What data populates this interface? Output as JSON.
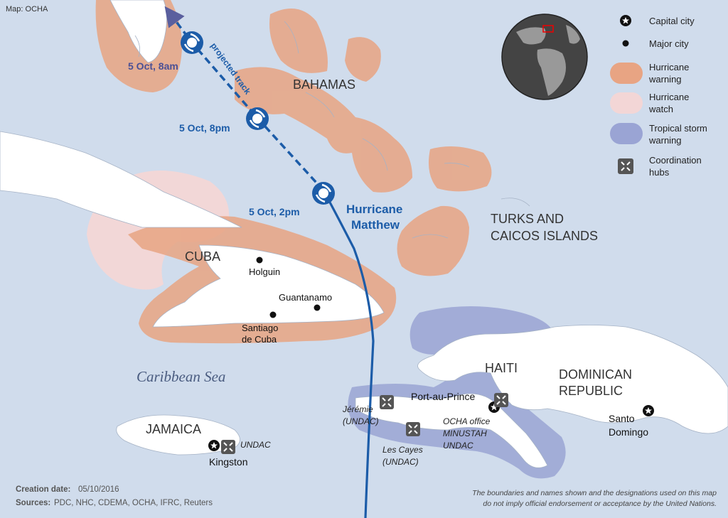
{
  "map_credit": "Map: OCHA",
  "labels": {
    "bahamas": "BAHAMAS",
    "turks_line1": "TURKS AND",
    "turks_line2": "CAICOS ISLANDS",
    "cuba": "CUBA",
    "haiti": "HAITI",
    "dr_line1": "DOMINICAN",
    "dr_line2": "REPUBLIC",
    "jamaica": "JAMAICA",
    "sea": "Caribbean Sea"
  },
  "cities": {
    "holguin": "Holguin",
    "guantanamo": "Guantanamo",
    "santiago_line1": "Santiago",
    "santiago_line2": "de Cuba",
    "port_au_prince": "Port-au-Prince",
    "santo_line1": "Santo",
    "santo_line2": "Domingo",
    "kingston": "Kingston"
  },
  "hubs": {
    "jeremie_line1": "Jérémie",
    "jeremie_line2": "(UNDAC)",
    "les_cayes_line1": "Les Cayes",
    "les_cayes_line2": "(UNDAC)",
    "ocha_line1": "OCHA office",
    "ocha_line2": "MINUSTAH",
    "ocha_line3": "UNDAC",
    "undac_kingston": "UNDAC"
  },
  "track": {
    "name_line1": "Hurricane",
    "name_line2": "Matthew",
    "projected_label": "projected track",
    "point_2pm": "5 Oct, 2pm",
    "point_8pm": "5 Oct, 8pm",
    "point_8am": "5 Oct, 8am"
  },
  "legend": {
    "capital": "Capital city",
    "major": "Major city",
    "warning_line1": "Hurricane",
    "warning_line2": "warning",
    "watch_line1": "Hurricane",
    "watch_line2": "watch",
    "tropical_line1": "Tropical storm",
    "tropical_line2": "warning",
    "hubs_line1": "Coordination",
    "hubs_line2": "hubs"
  },
  "footer": {
    "creation_label": "Creation date:",
    "creation_value": "05/10/2016",
    "sources_label": "Sources:",
    "sources_value": "PDC, NHC, CDEMA, OCHA, IFRC, Reuters",
    "disclaimer_line1": "The boundaries and names shown and the designations used on this map",
    "disclaimer_line2": "do not imply official endorsement or acceptance by the United Nations."
  },
  "colors": {
    "sea": "#d0dcec",
    "land": "#ffffff",
    "hurricane_warning": "#e8a483",
    "hurricane_watch": "#f3d6d6",
    "tropical_storm_warning": "#9aa4d4",
    "track": "#1c5ca8",
    "track_projected": "#5a5f9e"
  }
}
